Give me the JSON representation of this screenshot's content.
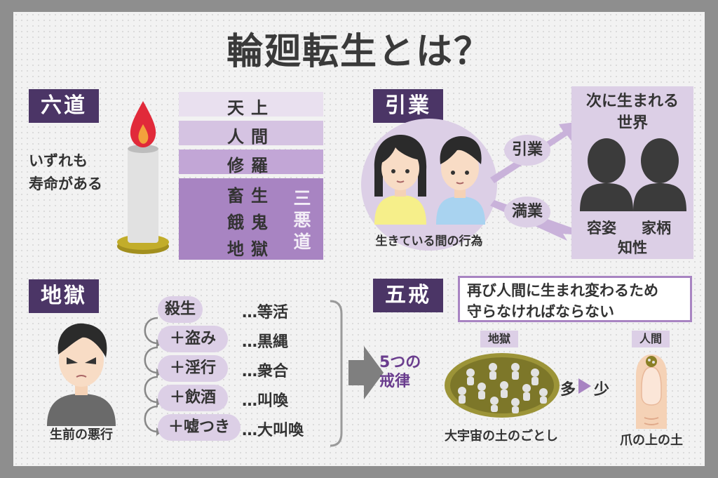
{
  "title": "輪廻転生とは？",
  "sections": {
    "rikudo": "六道",
    "ingo": "引業",
    "jigoku": "地獄",
    "gokai": "五戒"
  },
  "rikudo": {
    "note_lines": [
      "いずれも",
      "寿命がある"
    ],
    "realms": [
      "天上",
      "人間",
      "修羅",
      "畜生",
      "餓鬼",
      "地獄"
    ],
    "three_evil": "三悪道"
  },
  "ingo": {
    "caption": "生きている間の行為",
    "arrow_labels": [
      "引業",
      "満業"
    ],
    "next_world_lines": [
      "次に生まれる",
      "世界"
    ],
    "attributes": [
      "容姿",
      "家柄",
      "知性"
    ]
  },
  "jigoku": {
    "caption": "生前の悪行",
    "deeds": [
      "殺生",
      "＋盗み",
      "＋淫行",
      "＋飲酒",
      "＋嘘つき"
    ],
    "hells": [
      "…等活",
      "…黒縄",
      "…衆合",
      "…叫喚",
      "…大叫喚"
    ]
  },
  "gokai": {
    "note_lines": [
      "再び人間に生まれ変わるため",
      "守らなければならない"
    ],
    "label_lines": [
      "5つの",
      "戒律"
    ],
    "hell_tag": "地獄",
    "human_tag": "人間",
    "many": "多",
    "few": "少",
    "hell_caption": "大宇宙の土のごとし",
    "human_caption": "爪の上の土"
  },
  "colors": {
    "frame": "#8e8e8e",
    "section_bg": "#4b3566",
    "realm_light": "#e9e0ef",
    "realm_mid": "#c9b2da",
    "realm_dark": "#a884c2",
    "circle": "#dccfe6",
    "accent_text": "#6a3d8e"
  }
}
